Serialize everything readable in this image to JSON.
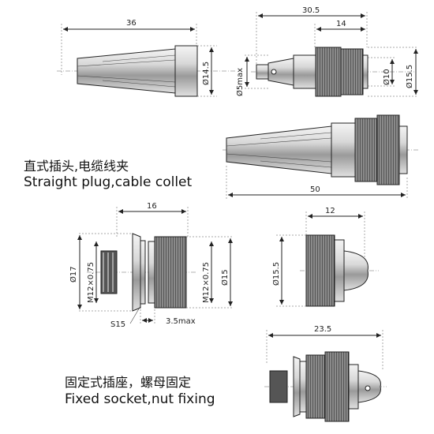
{
  "captions": {
    "plug_cn": "直式插头,电缆线夹",
    "plug_en": "Straight plug,cable collet",
    "socket_cn": "固定式插座，螺母固定",
    "socket_en": "Fixed socket,nut fixing"
  },
  "dims": {
    "d36": "36",
    "d14_5": "Ø14.5",
    "d30_5": "30.5",
    "d14": "14",
    "d5max": "Ø5max",
    "d10": "Ø10",
    "d15_5a": "Ø15.5",
    "d50": "50",
    "d16": "16",
    "d17": "Ø17",
    "m12a": "M12×0.75",
    "m12b": "M12×0.75",
    "d15": "Ø15",
    "s15": "S15",
    "d3_5max": "3.5max",
    "d12": "12",
    "d15_5b": "Ø15.5",
    "d23_5": "23.5"
  }
}
